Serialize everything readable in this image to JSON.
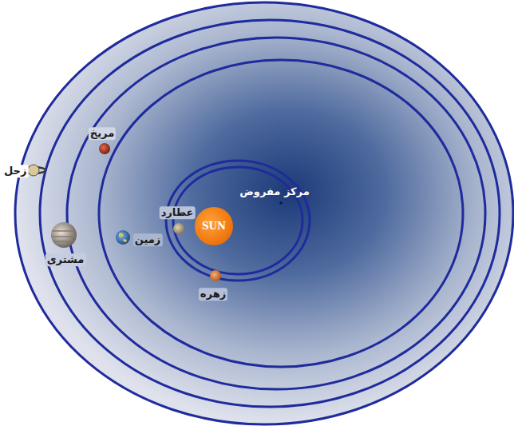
{
  "diagram": {
    "nodes": [
      {
        "text": [
          "SUN"
        ]
      }
    ],
    "labels": [
      "زحل",
      "مریخ",
      "مشتری",
      "زمین",
      "عطارد",
      "مرکز مفروض",
      "زهره"
    ]
  }
}
